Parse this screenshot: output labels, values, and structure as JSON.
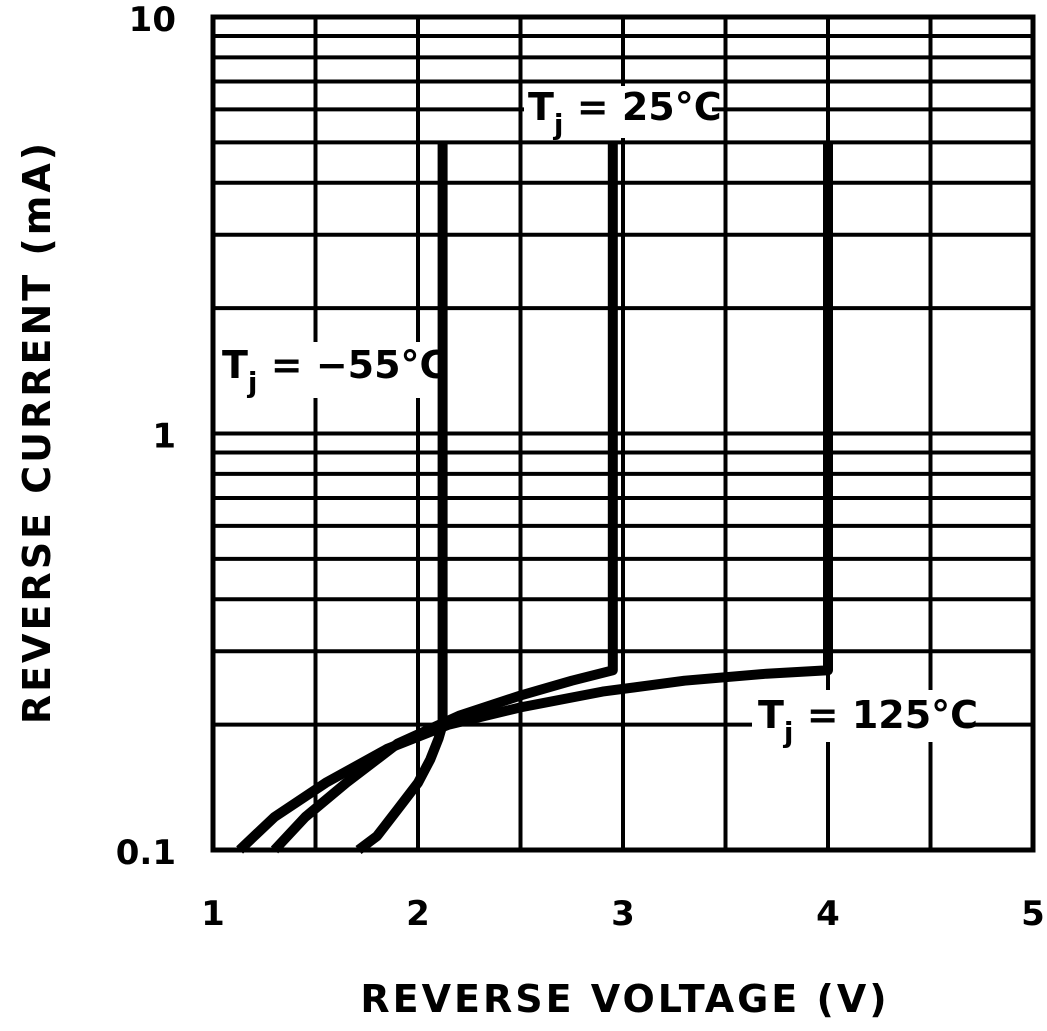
{
  "chart_data": {
    "type": "line",
    "xlabel": "REVERSE VOLTAGE (V)",
    "ylabel": "REVERSE CURRENT (mA)",
    "x_ticks": [
      "1",
      "2",
      "3",
      "4",
      "5"
    ],
    "y_ticks": [
      "0.1",
      "1",
      "10"
    ],
    "xlim": [
      1,
      5
    ],
    "ylim": [
      0.1,
      10
    ],
    "y_scale": "log",
    "grid": true,
    "colors": {
      "line": "#000000",
      "grid": "#000000",
      "background": "#ffffff"
    },
    "annotations": [
      {
        "prefix": "T",
        "sub": "j",
        "suffix": " = 25°C"
      },
      {
        "prefix": "T",
        "sub": "j",
        "suffix": " = −55°C"
      },
      {
        "prefix": "T",
        "sub": "j",
        "suffix": " = 125°C"
      }
    ],
    "series": [
      {
        "x": [
          1.71,
          1.8,
          1.9,
          2.0,
          2.06,
          2.1,
          2.12,
          2.12,
          2.12,
          2.12,
          2.12
        ],
        "y": [
          0.1,
          0.108,
          0.125,
          0.145,
          0.165,
          0.185,
          0.2,
          0.3,
          1.0,
          3.0,
          5.0
        ]
      },
      {
        "x": [
          1.3,
          1.45,
          1.65,
          1.9,
          2.2,
          2.5,
          2.75,
          2.95,
          2.95,
          2.95,
          2.95
        ],
        "y": [
          0.1,
          0.12,
          0.145,
          0.18,
          0.21,
          0.235,
          0.255,
          0.27,
          0.5,
          2.0,
          5.0
        ]
      },
      {
        "x": [
          1.13,
          1.3,
          1.55,
          1.85,
          2.15,
          2.5,
          2.9,
          3.3,
          3.7,
          4.0,
          4.0,
          4.0,
          4.0
        ],
        "y": [
          0.1,
          0.12,
          0.145,
          0.175,
          0.2,
          0.22,
          0.24,
          0.255,
          0.265,
          0.27,
          0.5,
          2.0,
          5.0
        ]
      }
    ]
  }
}
